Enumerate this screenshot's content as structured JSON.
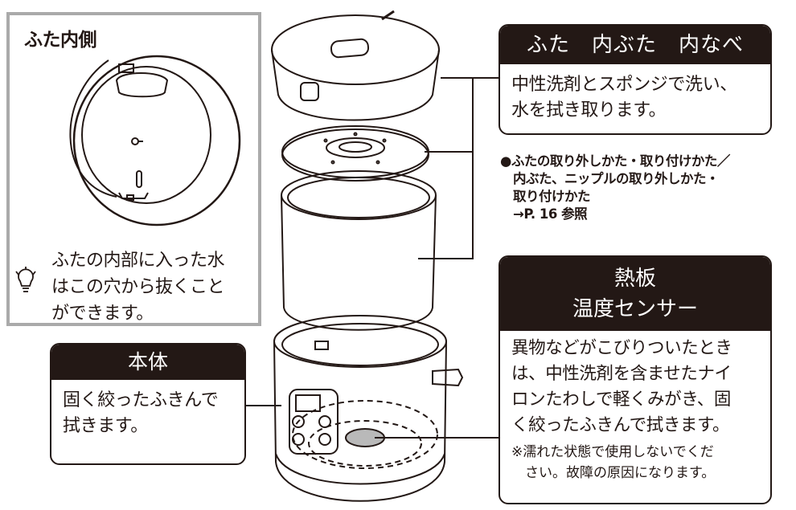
{
  "lid_inner": {
    "title": "ふた内側",
    "note_lines": [
      "ふたの内部に入った水",
      "はこの穴から抜くこと",
      "ができます。"
    ]
  },
  "parts_box": {
    "header": "ふた　内ぶた　内なべ",
    "text": "中性洗剤とスポンジで洗い、\n水を拭き取ります。"
  },
  "reference": {
    "lines": [
      "●ふたの取り外しかた・取り付けかた／",
      "　内ぶた、ニップルの取り外しかた・",
      "　取り付けかた",
      "　→P. 16 参照"
    ]
  },
  "plate_box": {
    "header_line1": "熱板",
    "header_line2": "温度センサー",
    "text": "異物などがこびりついたとき\nは、中性洗剤を含ませたナイ\nロンたわしで軽くみがき、固\nく絞ったふきんで拭きます。",
    "caution": "※濡れた状態で使用しないでくだ\n　さい。故障の原因になります。"
  },
  "body_box": {
    "header": "本体",
    "text": "固く絞ったふきんで\n拭きます。"
  },
  "colors": {
    "line": "#231815",
    "frame": "#aaaaaa",
    "plate": "#b9b9b9"
  },
  "icons": [
    "lightbulb-hint-icon"
  ]
}
